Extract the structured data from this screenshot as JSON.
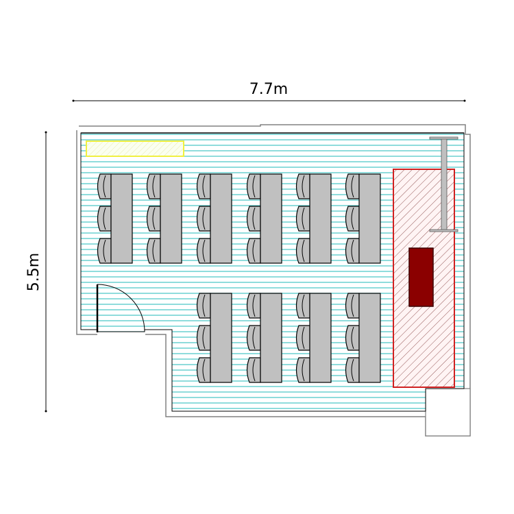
{
  "dimensions": {
    "width_label": "7.7m",
    "height_label": "5.5m"
  },
  "layout": {
    "upper_row_tables": 6,
    "lower_row_tables": 4,
    "chairs_per_table": 3
  },
  "colors": {
    "floor_lines": "#7fd6d6",
    "table": "#c0c0c0",
    "stage_outline": "#d02020",
    "podium": "#8b0000",
    "storage_outline": "#f0f040",
    "wall": "#808080"
  }
}
